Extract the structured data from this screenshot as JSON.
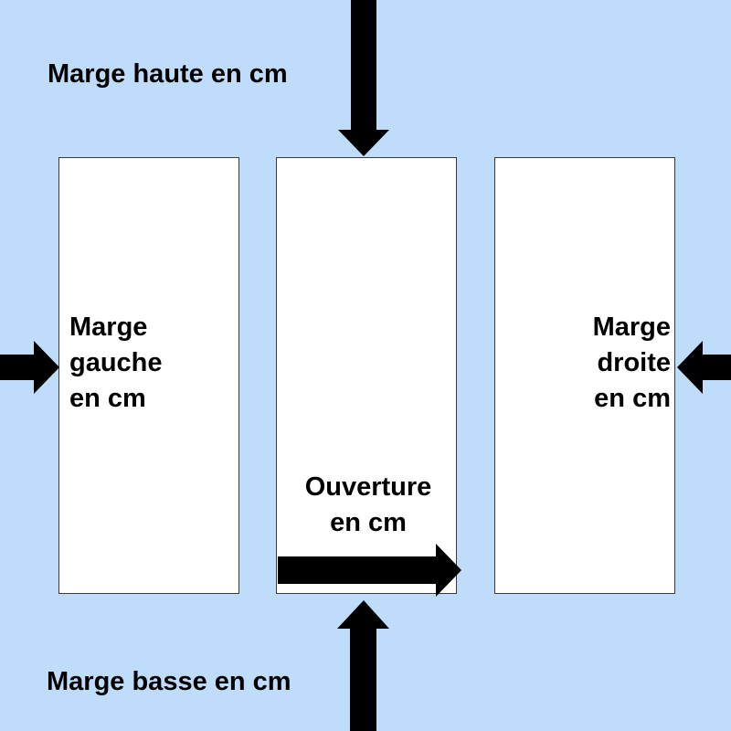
{
  "labels": {
    "top_margin": "Marge haute en cm",
    "bottom_margin": "Marge basse en cm",
    "left_margin": "Marge\ngauche\nen cm",
    "right_margin": "Marge\ndroite\nen cm",
    "opening": "Ouverture\nen cm"
  },
  "colors": {
    "background": "#bfdcfb",
    "panel_fill": "#ffffff",
    "panel_border": "#3a3a3a",
    "arrow": "#000000",
    "text": "#000000"
  },
  "icons": [
    "arrow-down-icon",
    "arrow-up-icon",
    "arrow-right-icon",
    "arrow-left-icon"
  ]
}
